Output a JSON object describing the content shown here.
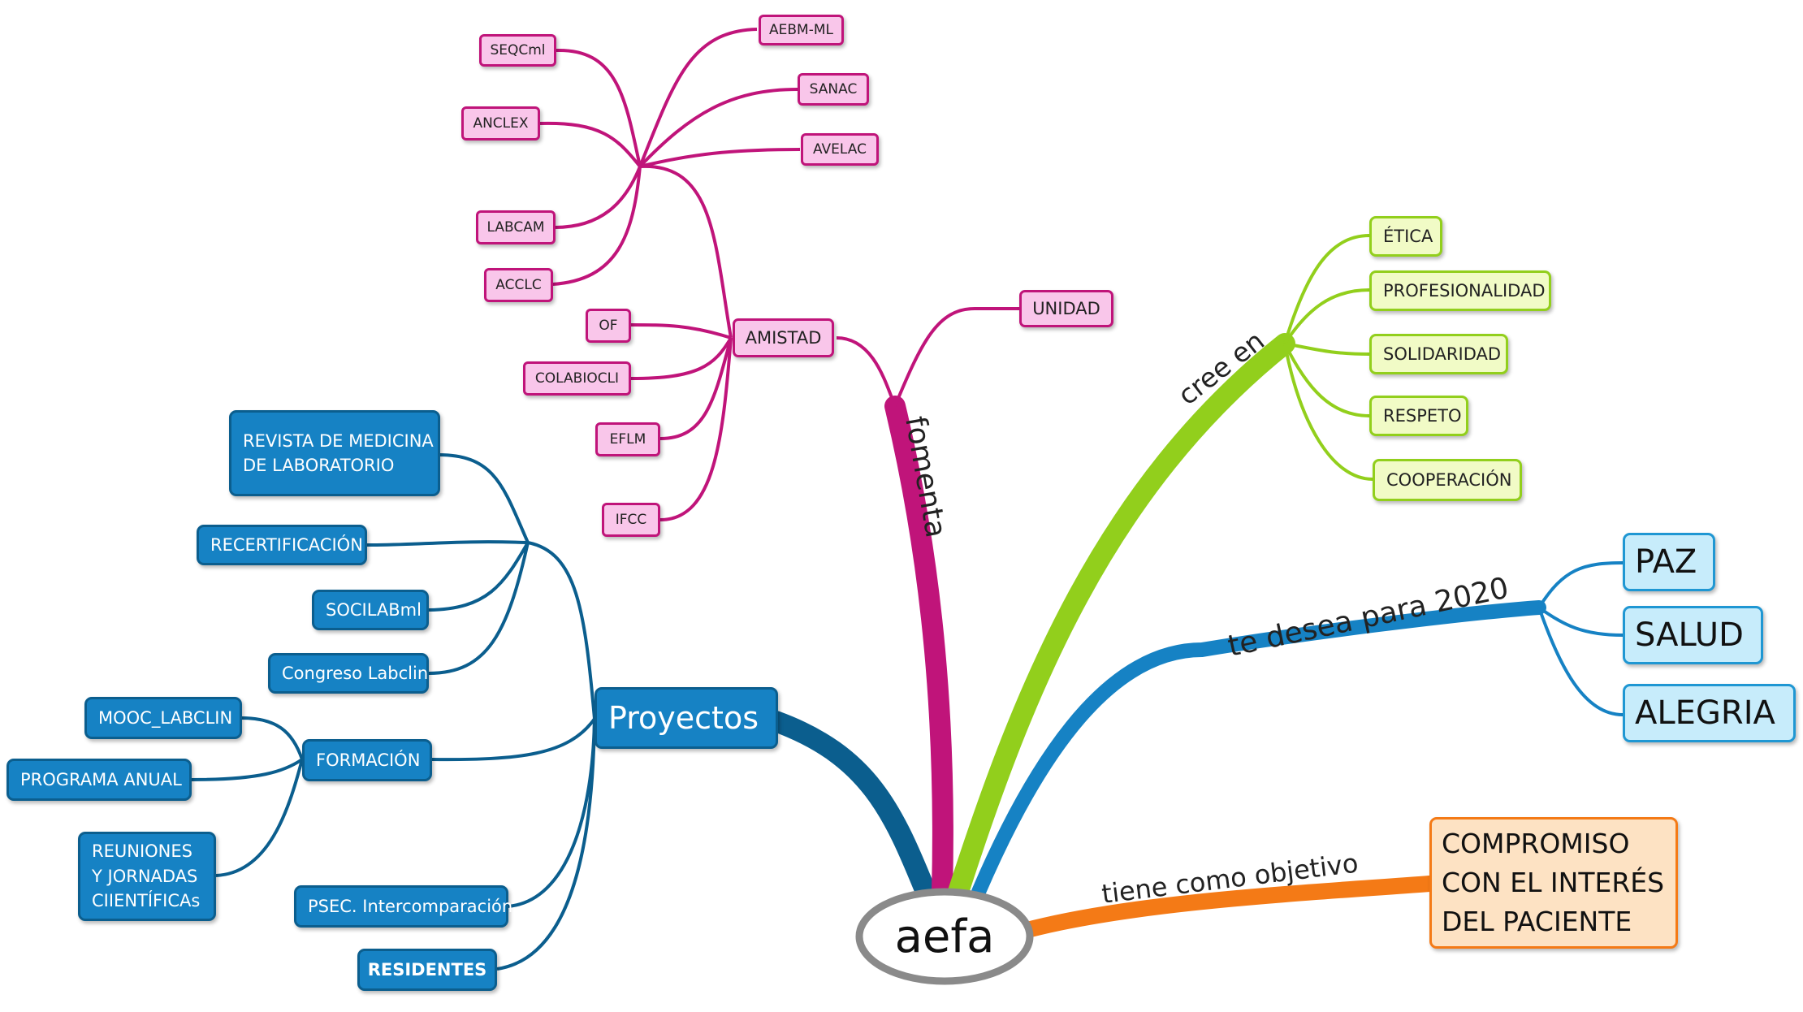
{
  "root": {
    "label": "aefa"
  },
  "branches": {
    "fomenta": {
      "label": "fomenta",
      "unidad": "UNIDAD",
      "amistad": {
        "label": "AMISTAD",
        "items": [
          "AEBM-ML",
          "SANAC",
          "AVELAC",
          "SEQCml",
          "ANCLEX",
          "LABCAM",
          "ACCLC",
          "OF",
          "COLABIOCLI",
          "EFLM",
          "IFCC"
        ]
      }
    },
    "cree_en": {
      "label": "cree en",
      "items": [
        "ÉTICA",
        "PROFESIONALIDAD",
        "SOLIDARIDAD",
        "RESPETO",
        "COOPERACIÓN"
      ]
    },
    "te_desea": {
      "label": "te desea para 2020",
      "items": [
        "PAZ",
        "SALUD",
        "ALEGRIA"
      ]
    },
    "tiene_como_objetivo": {
      "label": "tiene como objetivo",
      "target": "COMPROMISO CON EL INTERÉS DEL PACIENTE"
    },
    "proyectos": {
      "label": "Proyectos",
      "items": [
        "REVISTA DE MEDICINA DE LABORATORIO",
        "RECERTIFICACIÓN",
        "SOCILABml",
        "Congreso Labclin",
        "PSEC. Intercomparación",
        "RESIDENTES"
      ],
      "formacion": {
        "label": "FORMACIÓN",
        "items": [
          "MOOC_LABCLIN",
          "PROGRAMA ANUAL",
          "REUNIONES Y JORNADAS CIIENTÍFICAs"
        ]
      }
    }
  },
  "colors": {
    "magenta": "#c0147a",
    "green": "#92cf1c",
    "blue": "#1682c4",
    "dark_blue": "#0b5e8e",
    "orange": "#f47a16",
    "gray": "#8a8a8a"
  }
}
